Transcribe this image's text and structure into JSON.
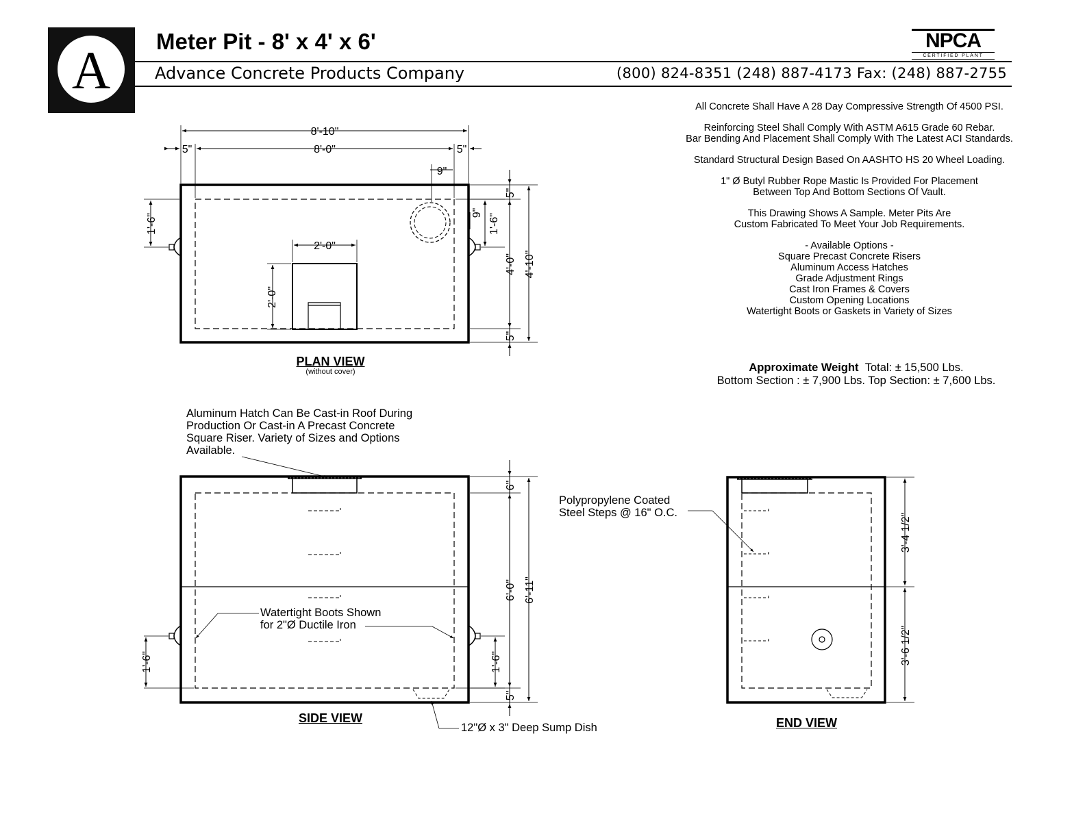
{
  "header": {
    "logo_letter": "A",
    "title": "Meter Pit - 8' x 4' x 6'",
    "company": "Advance Concrete Products Company",
    "phones": "(800) 824-8351  (248) 887-4173  Fax: (248) 887-2755",
    "cert_logo": {
      "main": "NPCA",
      "sub": "CERTIFIED PLANT"
    }
  },
  "notes": [
    "All Concrete Shall Have A 28 Day Compressive Strength Of 4500 PSI.",
    "Reinforcing Steel Shall Comply With ASTM A615 Grade 60 Rebar.",
    "Bar Bending And Placement Shall Comply With The Latest ACI Standards.",
    "Standard Structural Design Based On AASHTO HS 20 Wheel Loading.",
    "1\" Ø Butyl Rubber Rope Mastic Is Provided For Placement",
    "Between Top And Bottom Sections Of Vault.",
    "This Drawing Shows A Sample. Meter Pits Are",
    "Custom Fabricated To Meet Your Job Requirements."
  ],
  "options": {
    "heading": "- Available Options -",
    "items": [
      "Square Precast Concrete Risers",
      "Aluminum Access Hatches",
      "Grade Adjustment Rings",
      "Cast Iron Frames & Covers",
      "Custom Opening Locations",
      "Watertight Boots or Gaskets in Variety of Sizes"
    ]
  },
  "weight": {
    "label": "Approximate Weight",
    "total": "Total:  ± 15,500 Lbs.",
    "sections": "Bottom Section : ± 7,900 Lbs.  Top Section: ±  7,600 Lbs."
  },
  "views": {
    "plan": {
      "title": "PLAN VIEW",
      "subtitle": "(without cover)"
    },
    "side": {
      "title": "SIDE VIEW"
    },
    "end": {
      "title": "END VIEW"
    }
  },
  "callouts": {
    "hatch": [
      "Aluminum Hatch Can Be Cast-in Roof During",
      "Production Or Cast-in A Precast Concrete",
      "Square Riser.  Variety of Sizes and Options",
      "Available."
    ],
    "steps": [
      "Polypropylene Coated",
      "Steel Steps @ 16\" O.C."
    ],
    "boots": [
      "Watertight Boots Shown",
      "for 2\"Ø Ductile Iron"
    ],
    "sump": "12\"Ø x 3\" Deep Sump Dish"
  },
  "dimensions": {
    "plan_overall_width": "8'-10\"",
    "plan_inner_width": "8'-0\"",
    "plan_wall_left": "5\"",
    "plan_wall_right": "5\"",
    "plan_opening_offset": "9\"",
    "plan_opening_offset_side": "9\"",
    "plan_boot_left": "1'-6\"",
    "plan_boot_right": "1'-6\"",
    "plan_hatch_width": "2'-0\"",
    "plan_hatch_depth": "2'-0\"",
    "plan_wall_top": "5\"",
    "plan_inner_depth": "4'-0\"",
    "plan_overall_depth": "4'-10\"",
    "plan_wall_bottom": "5\"",
    "side_roof": "6\"",
    "side_inner_height": "6'-0\"",
    "side_overall_height": "6'-11\"",
    "side_floor": "5\"",
    "side_boot_left": "1'-6\"",
    "side_boot_right": "1'-6\"",
    "end_top_section": "3'-4 1/2\"",
    "end_bottom_section": "3'-6 1/2\""
  }
}
